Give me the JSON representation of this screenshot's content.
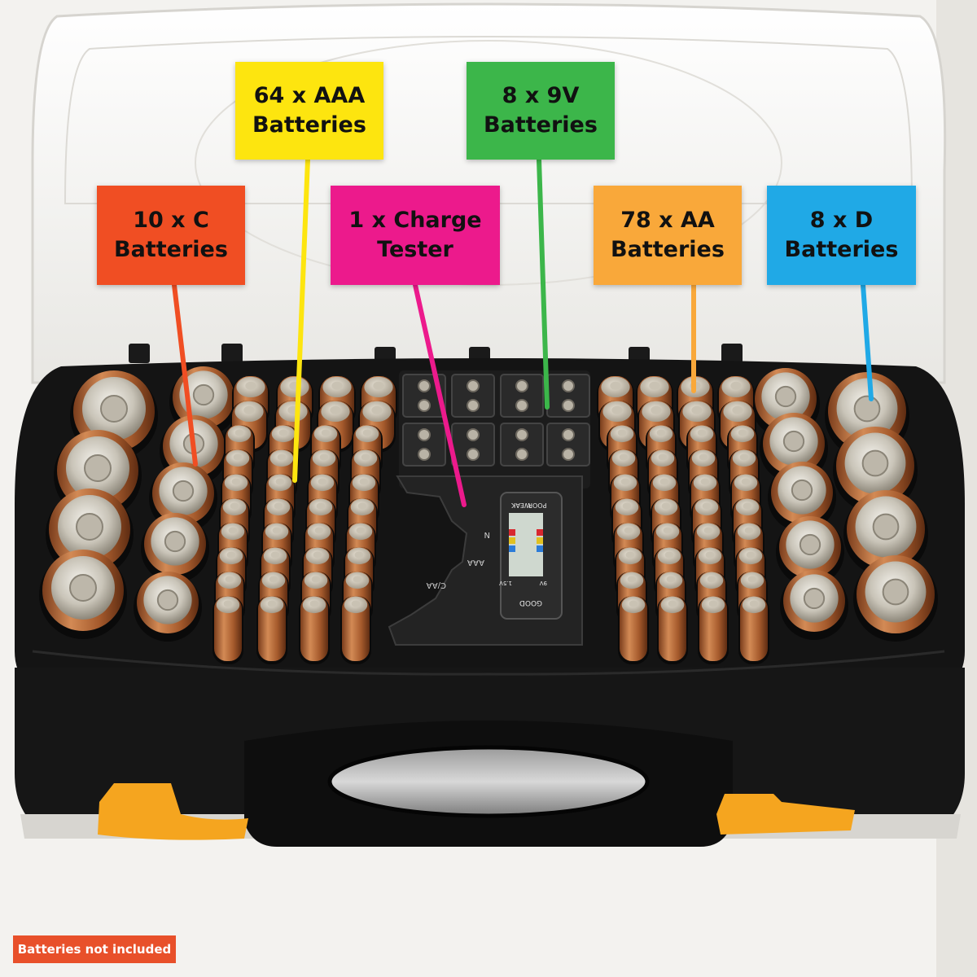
{
  "callouts": {
    "c": {
      "line1": "10 x C",
      "line2": "Batteries",
      "bg": "#f04e23",
      "fg": "#111111"
    },
    "aaa": {
      "line1": "64 x AAA",
      "line2": "Batteries",
      "bg": "#fde50f",
      "fg": "#111111"
    },
    "tester": {
      "line1": "1 x Charge",
      "line2": "Tester",
      "bg": "#ec1a8c",
      "fg": "#111111"
    },
    "v9": {
      "line1": "8 x 9V",
      "line2": "Batteries",
      "bg": "#3cb64a",
      "fg": "#111111"
    },
    "aa": {
      "line1": "78 x AA",
      "line2": "Batteries",
      "bg": "#f9a83a",
      "fg": "#111111"
    },
    "d": {
      "line1": "8 x D",
      "line2": "Batteries",
      "bg": "#20a9e6",
      "fg": "#111111"
    }
  },
  "tester_screen": {
    "top_labels": [
      "WEAK",
      "POOR"
    ],
    "bottom_label": "GOOD",
    "slot_labels": [
      "C/AA",
      "AAA",
      "N"
    ],
    "volt_labels": [
      "1.5V",
      "9V"
    ],
    "good_color": "#2b7bd8",
    "weak_color": "#e0c020",
    "poor_color": "#d8282f"
  },
  "note": {
    "text": "Batteries not included",
    "bg": "#e8502a"
  },
  "colors": {
    "case": "#121212",
    "battery_copper": "#b8663a",
    "battery_cap": "#d9d5cc",
    "lid": "#f7f6f3"
  }
}
